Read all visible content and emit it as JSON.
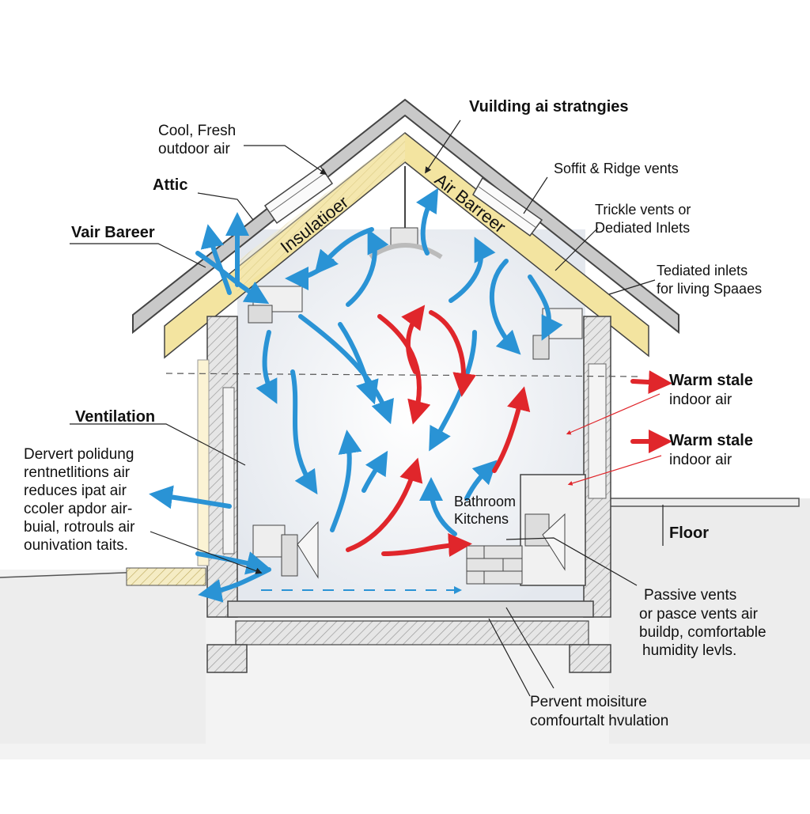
{
  "title": "Vuilding ai stratngies",
  "labels": {
    "cool_fresh": [
      "Cool, Fresh",
      "outdoor air"
    ],
    "attic": "Attic",
    "vair_bareer": "Vair Bareer",
    "soffit": "Soffit & Ridge vents",
    "trickle": [
      "Trickle vents or",
      "Dediated Inlets"
    ],
    "tediated": [
      "Tediated inlets",
      "for living Spaaes"
    ],
    "ventilation": "Ventilation",
    "dervert": [
      "Dervert polidung",
      "rentnetlitions air",
      "reduces ipat air",
      "ccoler apdor air-",
      "buial, rotrouls air",
      "ounivation taits."
    ],
    "warm1": [
      "Warm stale",
      "indoor air"
    ],
    "warm2": [
      "Warm stale",
      "indoor air"
    ],
    "floor": "Floor",
    "bathroom": [
      "Bathroom",
      "Kitchens"
    ],
    "passive": [
      "Passive vents",
      "or pasce vents air",
      "buildp, comfortable",
      "humidity levls."
    ],
    "pervent": [
      "Pervent moisiture",
      "comfourtalt hvulation"
    ]
  },
  "roof_bands": {
    "insulation": "Insulatioer",
    "air_barrier": "Air Barreer"
  },
  "colors": {
    "cool_air": "#2a93d5",
    "warm_air": "#e0262b",
    "insulation": "#f3e4a0",
    "roof": "#c9c9c9",
    "wall": "#d8d8d8",
    "ground": "#e9e9e9"
  }
}
